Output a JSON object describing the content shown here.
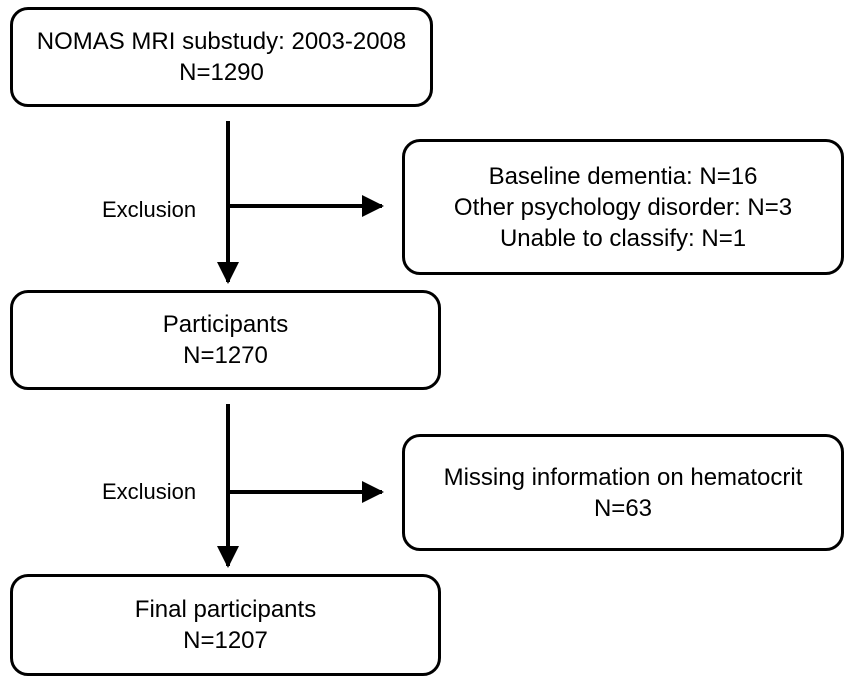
{
  "boxes": {
    "study": {
      "line1": "NOMAS MRI substudy: 2003-2008",
      "line2": "N=1290"
    },
    "exclusion1": {
      "line1": "Baseline dementia: N=16",
      "line2": "Other psychology disorder: N=3",
      "line3": "Unable to classify: N=1"
    },
    "participants": {
      "line1": "Participants",
      "line2": "N=1270"
    },
    "exclusion2": {
      "line1": "Missing information on hematocrit",
      "line2": "N=63"
    },
    "final": {
      "line1": "Final participants",
      "line2": "N=1207"
    }
  },
  "labels": {
    "exclusion1": "Exclusion",
    "exclusion2": "Exclusion"
  }
}
